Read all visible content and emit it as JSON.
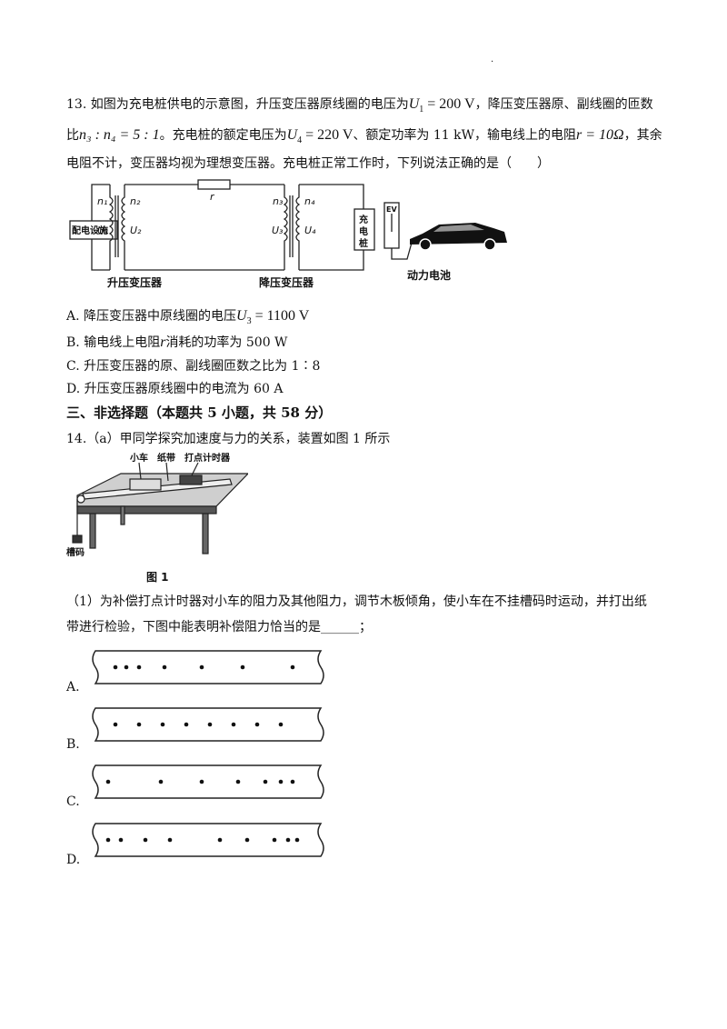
{
  "header_dot": ".",
  "q13": {
    "line1_a": "13. 如图为充电桩供电的示意图，升压变压器原线圈的电压为",
    "u1": "U",
    "u1_sub": "1",
    "u1_val": " = 200 V",
    "line1_b": "，降压变压器原、副线圈的匝数",
    "line2_a": "比",
    "n_ratio": "n₃ : n₄ = 5 : 1",
    "line2_b": "。充电桩的额定电压为",
    "u4": "U",
    "u4_sub": "4",
    "u4_val": " = 220 V",
    "line2_c": "、额定功率为 11 kW，输电线上的电阻",
    "r_eq": "r = 10Ω",
    "line2_d": "，其余",
    "line3": "电阻不计，变压器均视为理想变压器。充电桩正常工作时，下列说法正确的是（　　）",
    "diagram": {
      "source_label": "配电设施",
      "step_up": "升压变压器",
      "step_down": "降压变压器",
      "n1": "n₁",
      "n2": "n₂",
      "n3": "n₃",
      "n4": "n₄",
      "U1": "U₁",
      "U2": "U₂",
      "U3": "U₃",
      "U4": "U₄",
      "r": "r",
      "charger_1": "充",
      "charger_2": "电",
      "charger_3": "桩",
      "ev": "EV",
      "battery": "动力电池"
    },
    "options": {
      "A_a": "A. 降压变压器中原线圈的电压",
      "A_u": "U",
      "A_sub": "3",
      "A_val": " = 1100 V",
      "B_a": "B. 输电线上电阻",
      "B_r": "r",
      "B_b": "消耗的功率为 500  W",
      "C": "C. 升压变压器的原、副线圈匝数之比为 1∶8",
      "D": "D. 升压变压器原线圈中的电流为 60  A"
    }
  },
  "section3": "三、非选择题（本题共 5 小题，共 58 分）",
  "q14": {
    "intro": "14.（a）甲同学探究加速度与力的关系，装置如图 1 所示",
    "fig": {
      "cart": "小车",
      "tape": "纸带",
      "timer": "打点计时器",
      "weight": "槽码",
      "caption": "图 1"
    },
    "p1_line1": "（1）为补偿打点计时器对小车的阻力及其他阻力，调节木板倾角，使小车在不挂槽码时运动，并打出纸",
    "p1_line2": "带进行检验，下图中能表明补偿阻力恰当的是______；",
    "tapes": [
      {
        "label": "A.",
        "dots": [
          30,
          42,
          56,
          84,
          125,
          170,
          225
        ]
      },
      {
        "label": "B.",
        "dots": [
          30,
          56,
          82,
          108,
          134,
          160,
          186,
          212
        ]
      },
      {
        "label": "C.",
        "dots": [
          22,
          80,
          125,
          165,
          195,
          212,
          225
        ]
      },
      {
        "label": "D.",
        "dots": [
          22,
          36,
          63,
          90,
          145,
          175,
          205,
          220,
          230
        ]
      }
    ]
  }
}
